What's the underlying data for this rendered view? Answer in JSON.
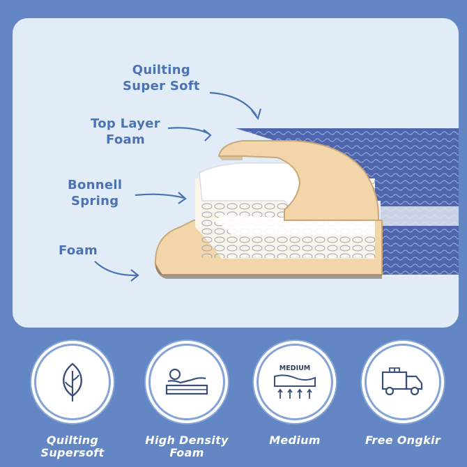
{
  "callouts": {
    "quilting": [
      "Quilting",
      "Super Soft"
    ],
    "top_layer": [
      "Top Layer",
      "Foam"
    ],
    "bonnell": [
      "Bonnell",
      "Spring"
    ],
    "foam": "Foam"
  },
  "features": [
    {
      "label_line1": "Quilting",
      "label_line2": "Supersoft",
      "icon": "leaf-icon"
    },
    {
      "label_line1": "High Density",
      "label_line2": "Foam",
      "icon": "foam-body-icon"
    },
    {
      "label_line1": "Medium",
      "label_line2": "",
      "icon": "medium-firmness-icon",
      "icon_text": "MEDIUM"
    },
    {
      "label_line1": "Free Ongkir",
      "label_line2": "",
      "icon": "delivery-truck-icon"
    }
  ],
  "colors": {
    "background": "#6386c4",
    "panel": "#e2ecf7",
    "callout_text": "#4b72b3",
    "foam": "#f2d5a8",
    "quilt": "#4f66ad"
  }
}
